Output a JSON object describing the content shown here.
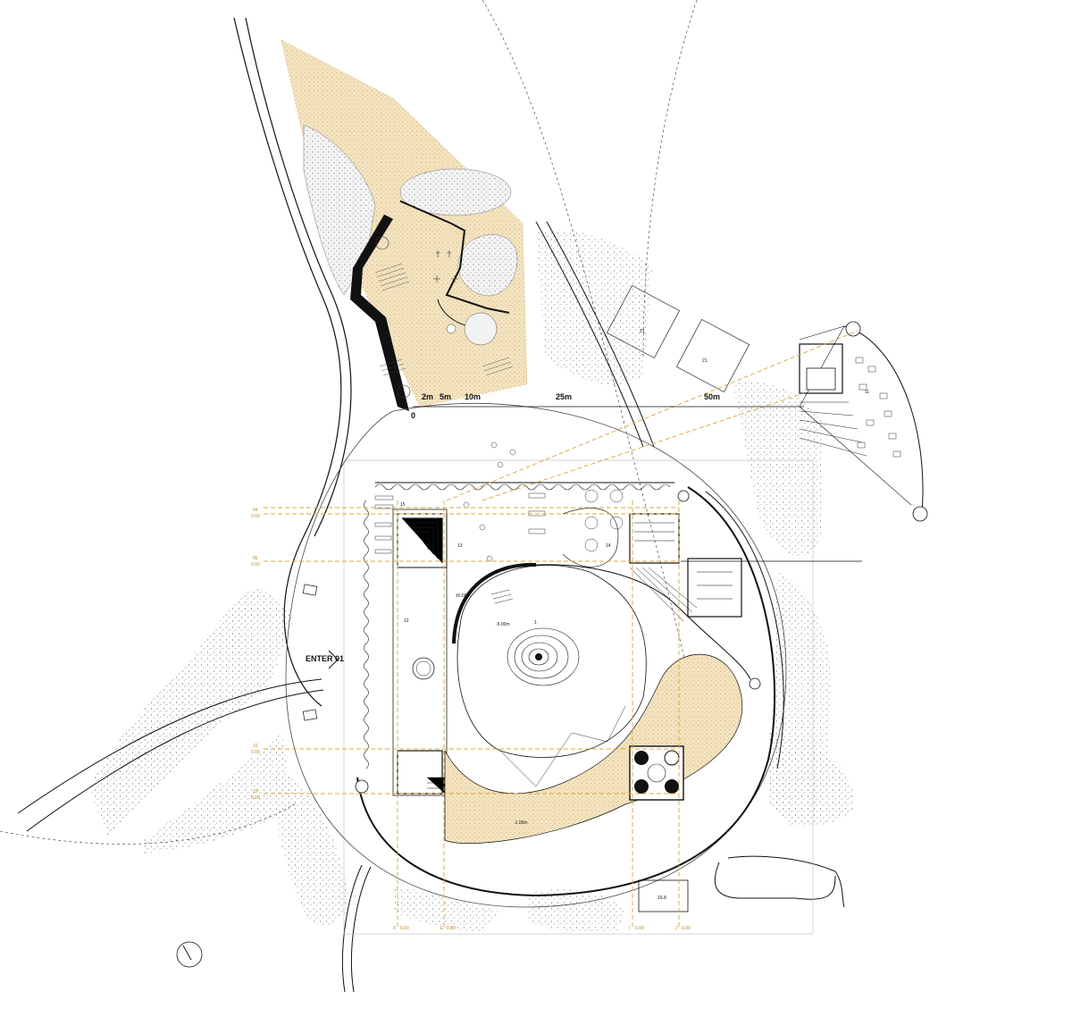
{
  "plan": {
    "scale_bar": {
      "ticks": [
        "0",
        "2m",
        "5m",
        "10m",
        "25m",
        "50m"
      ]
    },
    "entrance_label": "ENTER 01",
    "room_numbers": [
      "1",
      "11",
      "12",
      "13",
      "14",
      "15",
      "21",
      "21"
    ],
    "levels": [
      "-5.00m",
      "-1.00m",
      "±0.00m",
      "16.8"
    ],
    "grid_axes": {
      "left": [
        {
          "id": "04",
          "elev": "0.00"
        },
        {
          "id": "05",
          "elev": "0.00"
        },
        {
          "id": "10",
          "elev": "0.00"
        },
        {
          "id": "15",
          "elev": "0.00"
        }
      ],
      "bottom": [
        {
          "id": "0",
          "elev": "0.00"
        },
        {
          "id": "E",
          "elev": "0.00"
        },
        {
          "id": "I",
          "elev": "0.00"
        },
        {
          "id": "J",
          "elev": "0.00"
        }
      ]
    },
    "colors": {
      "line": "#111111",
      "sand": "#f1dfb7",
      "grid_axis": "#d9a441",
      "vegetation": "#888888"
    }
  }
}
